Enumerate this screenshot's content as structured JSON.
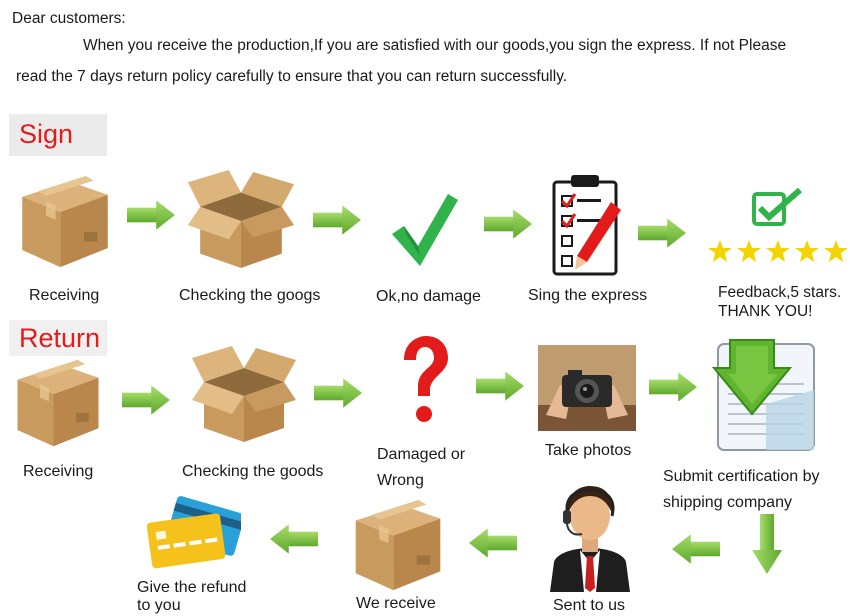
{
  "notice": {
    "greeting": "Dear customers:",
    "line1": "When you receive the production,If you are satisfied with our goods,you sign the express. If  not  Please",
    "line2": "read the 7 days return policy  carefully to ensure that you can return successfully."
  },
  "sign": {
    "label": "Sign",
    "steps": [
      {
        "caption": "Receiving",
        "icon": "closed-box-icon"
      },
      {
        "caption": "Checking the googs",
        "icon": "open-box-icon"
      },
      {
        "caption": "Ok,no damage",
        "icon": "green-check-icon"
      },
      {
        "caption": "Sing the express",
        "icon": "clipboard-checklist-icon"
      },
      {
        "caption_line1": "Feedback,5 stars.",
        "caption_line2": "THANK YOU!",
        "icon": "five-stars-icon",
        "stars": 5
      }
    ]
  },
  "return": {
    "label": "Return",
    "steps": [
      {
        "caption": "Receiving",
        "icon": "closed-box-icon"
      },
      {
        "caption": "Checking the goods",
        "icon": "open-box-icon"
      },
      {
        "caption_line1": "Damaged or",
        "caption_line2": "Wrong",
        "icon": "question-mark-icon"
      },
      {
        "caption": "Take photos",
        "icon": "camera-photo-icon"
      },
      {
        "caption_line1": "Submit certification by",
        "caption_line2": "shipping company",
        "icon": "download-document-icon"
      }
    ],
    "bottom_steps": [
      {
        "caption": "Sent to us",
        "icon": "support-agent-icon"
      },
      {
        "caption": "We receive",
        "icon": "closed-box-icon"
      },
      {
        "caption_line1": "Give the refund",
        "caption_line2": "to you",
        "icon": "credit-card-icon"
      }
    ]
  },
  "colors": {
    "label_red": "#e41b1b",
    "arrow_green": "#7cc242",
    "box_brown": "#c99a5e",
    "check_green": "#2fb34a",
    "star_yellow": "#f2d400"
  }
}
